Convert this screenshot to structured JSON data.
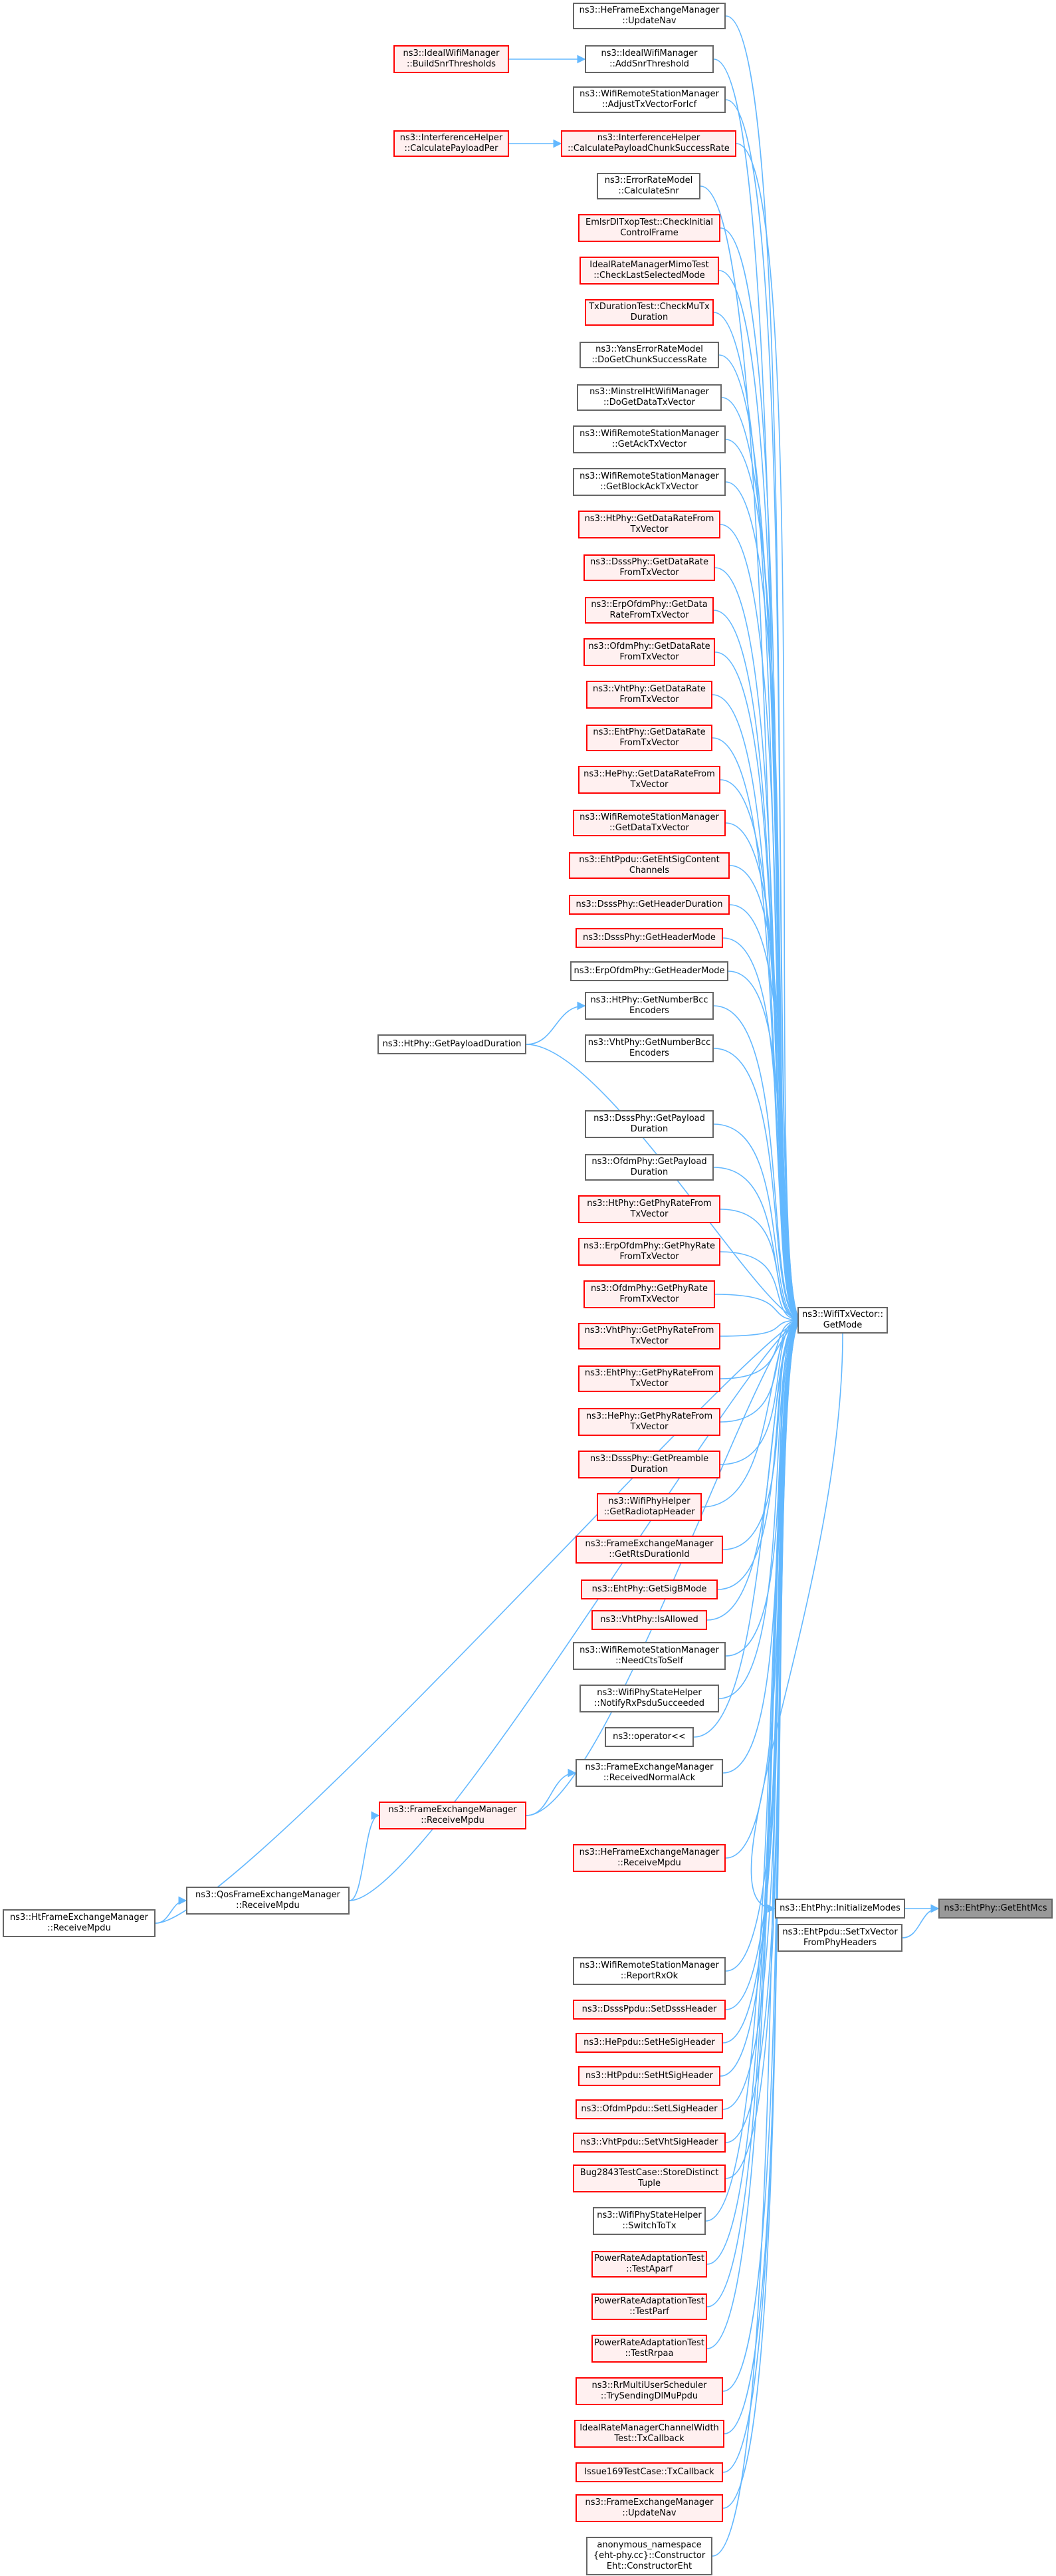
{
  "graph": {
    "root": "ns3::EhtPhy::GetEhtMcs",
    "hub": "ns3::WifiTxVector::\nGetMode",
    "colors": {
      "edge": "#63b8ff",
      "red_border": "#ff0000",
      "red_fill": "#fff0f0",
      "root_fill": "#999999",
      "border": "#666666"
    },
    "nodes": [
      {
        "id": "n0",
        "label": "ns3::HeFrameExchangeManager\n::UpdateNav",
        "style": "normal"
      },
      {
        "id": "n1",
        "label": "ns3::IdealWifiManager\n::AddSnrThreshold",
        "style": "normal"
      },
      {
        "id": "n2",
        "label": "ns3::IdealWifiManager\n::BuildSnrThresholds",
        "style": "red"
      },
      {
        "id": "n3",
        "label": "ns3::WifiRemoteStationManager\n::AdjustTxVectorForIcf",
        "style": "normal"
      },
      {
        "id": "n4",
        "label": "ns3::InterferenceHelper\n::CalculatePayloadChunkSuccessRate",
        "style": "red"
      },
      {
        "id": "n5",
        "label": "ns3::InterferenceHelper\n::CalculatePayloadPer",
        "style": "red"
      },
      {
        "id": "n6",
        "label": "ns3::ErrorRateModel\n::CalculateSnr",
        "style": "normal"
      },
      {
        "id": "n7",
        "label": "EmlsrDlTxopTest::CheckInitial\nControlFrame",
        "style": "red"
      },
      {
        "id": "n8",
        "label": "IdealRateManagerMimoTest\n::CheckLastSelectedMode",
        "style": "red"
      },
      {
        "id": "n9",
        "label": "TxDurationTest::CheckMuTx\nDuration",
        "style": "red"
      },
      {
        "id": "n10",
        "label": "ns3::YansErrorRateModel\n::DoGetChunkSuccessRate",
        "style": "normal"
      },
      {
        "id": "n11",
        "label": "ns3::MinstrelHtWifiManager\n::DoGetDataTxVector",
        "style": "normal"
      },
      {
        "id": "n12",
        "label": "ns3::WifiRemoteStationManager\n::GetAckTxVector",
        "style": "normal"
      },
      {
        "id": "n13",
        "label": "ns3::WifiRemoteStationManager\n::GetBlockAckTxVector",
        "style": "normal"
      },
      {
        "id": "n14",
        "label": "ns3::HtPhy::GetDataRateFrom\nTxVector",
        "style": "red"
      },
      {
        "id": "n15",
        "label": "ns3::DsssPhy::GetDataRate\nFromTxVector",
        "style": "red"
      },
      {
        "id": "n16",
        "label": "ns3::ErpOfdmPhy::GetData\nRateFromTxVector",
        "style": "red"
      },
      {
        "id": "n17",
        "label": "ns3::OfdmPhy::GetDataRate\nFromTxVector",
        "style": "red"
      },
      {
        "id": "n18",
        "label": "ns3::VhtPhy::GetDataRate\nFromTxVector",
        "style": "red"
      },
      {
        "id": "n19",
        "label": "ns3::EhtPhy::GetDataRate\nFromTxVector",
        "style": "red"
      },
      {
        "id": "n20",
        "label": "ns3::HePhy::GetDataRateFrom\nTxVector",
        "style": "red"
      },
      {
        "id": "n21",
        "label": "ns3::WifiRemoteStationManager\n::GetDataTxVector",
        "style": "red"
      },
      {
        "id": "n22",
        "label": "ns3::EhtPpdu::GetEhtSigContent\nChannels",
        "style": "red"
      },
      {
        "id": "n23",
        "label": "ns3::DsssPhy::GetHeaderDuration",
        "style": "red"
      },
      {
        "id": "n24",
        "label": "ns3::DsssPhy::GetHeaderMode",
        "style": "red"
      },
      {
        "id": "n25",
        "label": "ns3::ErpOfdmPhy::GetHeaderMode",
        "style": "normal"
      },
      {
        "id": "n26",
        "label": "ns3::HtPhy::GetNumberBcc\nEncoders",
        "style": "normal"
      },
      {
        "id": "n27",
        "label": "ns3::HtPhy::GetPayloadDuration",
        "style": "normal"
      },
      {
        "id": "n28",
        "label": "ns3::VhtPhy::GetNumberBcc\nEncoders",
        "style": "normal"
      },
      {
        "id": "n29",
        "label": "ns3::DsssPhy::GetPayload\nDuration",
        "style": "normal"
      },
      {
        "id": "n30",
        "label": "ns3::OfdmPhy::GetPayload\nDuration",
        "style": "normal"
      },
      {
        "id": "n31",
        "label": "ns3::HtPhy::GetPhyRateFrom\nTxVector",
        "style": "red"
      },
      {
        "id": "n32",
        "label": "ns3::ErpOfdmPhy::GetPhyRate\nFromTxVector",
        "style": "red"
      },
      {
        "id": "n33",
        "label": "ns3::OfdmPhy::GetPhyRate\nFromTxVector",
        "style": "red"
      },
      {
        "id": "n34",
        "label": "ns3::VhtPhy::GetPhyRateFrom\nTxVector",
        "style": "red"
      },
      {
        "id": "n35",
        "label": "ns3::EhtPhy::GetPhyRateFrom\nTxVector",
        "style": "red"
      },
      {
        "id": "n36",
        "label": "ns3::HePhy::GetPhyRateFrom\nTxVector",
        "style": "red"
      },
      {
        "id": "n37",
        "label": "ns3::DsssPhy::GetPreamble\nDuration",
        "style": "red"
      },
      {
        "id": "n38",
        "label": "ns3::WifiPhyHelper\n::GetRadiotapHeader",
        "style": "red"
      },
      {
        "id": "n39",
        "label": "ns3::FrameExchangeManager\n::GetRtsDurationId",
        "style": "red"
      },
      {
        "id": "n40",
        "label": "ns3::EhtPhy::GetSigBMode",
        "style": "red"
      },
      {
        "id": "n41",
        "label": "ns3::VhtPhy::IsAllowed",
        "style": "red"
      },
      {
        "id": "n42",
        "label": "ns3::WifiRemoteStationManager\n::NeedCtsToSelf",
        "style": "normal"
      },
      {
        "id": "n43",
        "label": "ns3::WifiPhyStateHelper\n::NotifyRxPsduSucceeded",
        "style": "normal"
      },
      {
        "id": "n44",
        "label": "ns3::operator<<",
        "style": "normal"
      },
      {
        "id": "n45",
        "label": "ns3::FrameExchangeManager\n::ReceivedNormalAck",
        "style": "normal"
      },
      {
        "id": "n46",
        "label": "ns3::FrameExchangeManager\n::ReceiveMpdu",
        "style": "red"
      },
      {
        "id": "n47",
        "label": "ns3::HeFrameExchangeManager\n::ReceiveMpdu",
        "style": "red"
      },
      {
        "id": "n48",
        "label": "ns3::QosFrameExchangeManager\n::ReceiveMpdu",
        "style": "normal"
      },
      {
        "id": "n49",
        "label": "ns3::HtFrameExchangeManager\n::ReceiveMpdu",
        "style": "normal"
      },
      {
        "id": "n50",
        "label": "ns3::WifiRemoteStationManager\n::ReportRxOk",
        "style": "normal"
      },
      {
        "id": "n51",
        "label": "ns3::DsssPpdu::SetDsssHeader",
        "style": "red"
      },
      {
        "id": "n52",
        "label": "ns3::HePpdu::SetHeSigHeader",
        "style": "red"
      },
      {
        "id": "n53",
        "label": "ns3::HtPpdu::SetHtSigHeader",
        "style": "red"
      },
      {
        "id": "n54",
        "label": "ns3::OfdmPpdu::SetLSigHeader",
        "style": "red"
      },
      {
        "id": "n55",
        "label": "ns3::VhtPpdu::SetVhtSigHeader",
        "style": "red"
      },
      {
        "id": "n56",
        "label": "Bug2843TestCase::StoreDistinct\nTuple",
        "style": "red"
      },
      {
        "id": "n57",
        "label": "ns3::WifiPhyStateHelper\n::SwitchToTx",
        "style": "normal"
      },
      {
        "id": "n58",
        "label": "PowerRateAdaptationTest\n::TestAparf",
        "style": "red"
      },
      {
        "id": "n59",
        "label": "PowerRateAdaptationTest\n::TestParf",
        "style": "red"
      },
      {
        "id": "n60",
        "label": "PowerRateAdaptationTest\n::TestRrpaa",
        "style": "red"
      },
      {
        "id": "n61",
        "label": "ns3::RrMultiUserScheduler\n::TrySendingDlMuPpdu",
        "style": "red"
      },
      {
        "id": "n62",
        "label": "IdealRateManagerChannelWidth\nTest::TxCallback",
        "style": "red"
      },
      {
        "id": "n63",
        "label": "Issue169TestCase::TxCallback",
        "style": "red"
      },
      {
        "id": "n64",
        "label": "ns3::FrameExchangeManager\n::UpdateNav",
        "style": "red"
      },
      {
        "id": "n65",
        "label": "anonymous_namespace\n{eht-phy.cc}::Constructor\nEht::ConstructorEht",
        "style": "normal"
      },
      {
        "id": "hub",
        "label": "ns3::WifiTxVector::\nGetMode",
        "style": "normal"
      },
      {
        "id": "im",
        "label": "ns3::EhtPhy::InitializeModes",
        "style": "normal"
      },
      {
        "id": "stv",
        "label": "ns3::EhtPpdu::SetTxVector\nFromPhyHeaders",
        "style": "normal"
      },
      {
        "id": "root",
        "label": "ns3::EhtPhy::GetEhtMcs",
        "style": "root"
      }
    ]
  }
}
